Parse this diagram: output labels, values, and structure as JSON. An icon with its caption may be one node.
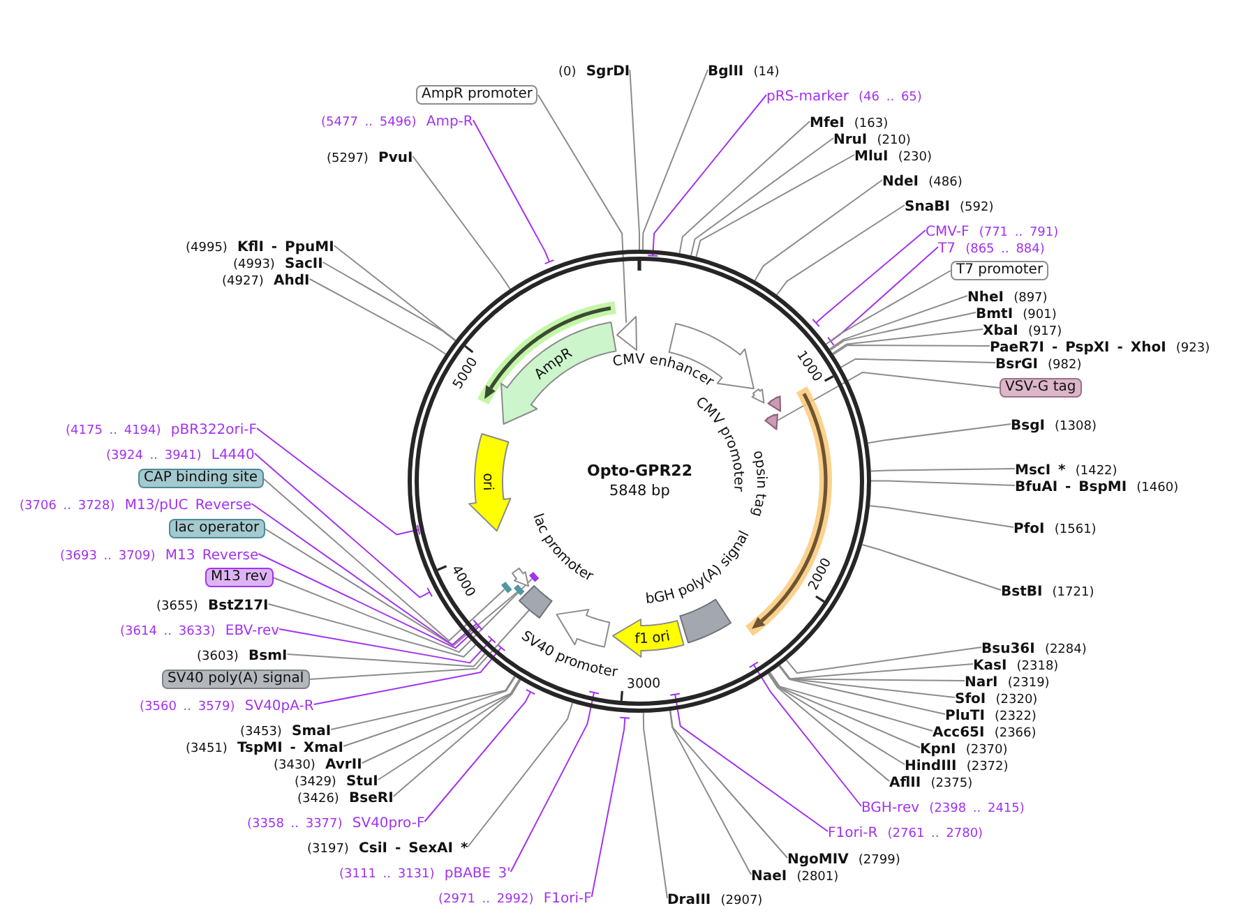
{
  "diagram": {
    "nodes": [
      {
        "text": [
          "Opto-GPR22",
          "5848 bp"
        ]
      },
      {
        "text": [
          "CMV enhancer"
        ],
        "in": 0
      },
      {
        "text": [
          "CMV promoter"
        ],
        "in": 0
      },
      {
        "text": [
          "opsin tag"
        ],
        "in": 0
      },
      {
        "text": [],
        "shape": "arrow",
        "in": 0
      },
      {
        "text": [],
        "shape": "arrow",
        "in": 0
      },
      {
        "text": [
          "bGH poly(A) signal"
        ],
        "in": 0
      },
      {
        "text": [
          "f1 ori"
        ],
        "in": 0
      },
      {
        "text": [
          "SV40 promoter"
        ],
        "in": 0
      },
      {
        "text": [],
        "shape": "box",
        "in": 0
      },
      {
        "text": [],
        "shape": "bar",
        "in": 0
      },
      {
        "text": [
          "lac promoter"
        ],
        "in": 0
      },
      {
        "text": [],
        "shape": "bar",
        "in": 0
      },
      {
        "text": [],
        "shape": "bar",
        "in": 0
      },
      {
        "text": [
          "ori"
        ],
        "in": 0
      },
      {
        "text": [],
        "shape": "arrow",
        "in": 0
      },
      {
        "text": [
          "AmpR"
        ],
        "in": 0
      },
      {
        "text": [],
        "shape": "arrow",
        "in": 0
      },
      {
        "text": [
          "(0)",
          "SgrDI"
        ]
      },
      {
        "text": [
          "BglII",
          "(14)"
        ]
      },
      {
        "text": [
          "pRS-marker",
          "(46 .. 65)"
        ]
      },
      {
        "text": [
          "MfeI",
          "(163)"
        ]
      },
      {
        "text": [
          "NruI",
          "(210)"
        ]
      },
      {
        "text": [
          "MluI",
          "(230)"
        ]
      },
      {
        "text": [
          "NdeI",
          "(486)"
        ]
      },
      {
        "text": [
          "SnaBI",
          "(592)"
        ]
      },
      {
        "text": [
          "CMV-F",
          "(771 .. 791)"
        ]
      },
      {
        "text": [
          "T7",
          "(865 .. 884)"
        ]
      },
      {
        "text": [
          "T7 promoter"
        ]
      },
      {
        "text": [
          "NheI",
          "(897)"
        ]
      },
      {
        "text": [
          "BmtI",
          "(901)"
        ]
      },
      {
        "text": [
          "XbaI",
          "(917)"
        ]
      },
      {
        "text": [
          "PaeR7I - PspXI - XhoI",
          "(923)"
        ]
      },
      {
        "text": [
          "BsrGI",
          "(982)"
        ]
      },
      {
        "text": [
          "VSV-G tag"
        ]
      },
      {
        "text": [
          "BsgI",
          "(1308)"
        ]
      },
      {
        "text": [
          "MscI *",
          "(1422)"
        ]
      },
      {
        "text": [
          "BfuAI - BspMI",
          "(1460)"
        ]
      },
      {
        "text": [
          "PfoI",
          "(1561)"
        ]
      },
      {
        "text": [
          "BstBI",
          "(1721)"
        ]
      },
      {
        "text": [
          "Bsu36I",
          "(2284)"
        ]
      },
      {
        "text": [
          "KasI",
          "(2318)"
        ]
      },
      {
        "text": [
          "NarI",
          "(2319)"
        ]
      },
      {
        "text": [
          "SfoI",
          "(2320)"
        ]
      },
      {
        "text": [
          "PluTI",
          "(2322)"
        ]
      },
      {
        "text": [
          "Acc65I",
          "(2366)"
        ]
      },
      {
        "text": [
          "KpnI",
          "(2370)"
        ]
      },
      {
        "text": [
          "HindIII",
          "(2372)"
        ]
      },
      {
        "text": [
          "AflII",
          "(2375)"
        ]
      },
      {
        "text": [
          "BGH-rev",
          "(2398 .. 2415)"
        ]
      },
      {
        "text": [
          "F1ori-R",
          "(2761 .. 2780)"
        ]
      },
      {
        "text": [
          "NgoMIV",
          "(2799)"
        ]
      },
      {
        "text": [
          "NaeI",
          "(2801)"
        ]
      },
      {
        "text": [
          "DraIII",
          "(2907)"
        ]
      },
      {
        "text": [
          "(2971 .. 2992)",
          "F1ori-F"
        ]
      },
      {
        "text": [
          "(3111 .. 3131)",
          "pBABE 3'"
        ]
      },
      {
        "text": [
          "(3197)",
          "CsiI - SexAI *"
        ]
      },
      {
        "text": [
          "(3358 .. 3377)",
          "SV40pro-F"
        ]
      },
      {
        "text": [
          "(3426)",
          "BseRI"
        ]
      },
      {
        "text": [
          "(3429)",
          "StuI"
        ]
      },
      {
        "text": [
          "(3430)",
          "AvrII"
        ]
      },
      {
        "text": [
          "(3451)",
          "TspMI - XmaI"
        ]
      },
      {
        "text": [
          "(3453)",
          "SmaI"
        ]
      },
      {
        "text": [
          "(3560 .. 3579)",
          "SV40pA-R"
        ]
      },
      {
        "text": [
          "SV40 poly(A) signal"
        ]
      },
      {
        "text": [
          "(3603)",
          "BsmI"
        ]
      },
      {
        "text": [
          "(3614 .. 3633)",
          "EBV-rev"
        ]
      },
      {
        "text": [
          "(3655)",
          "BstZ17I"
        ]
      },
      {
        "text": [
          "M13 rev"
        ]
      },
      {
        "text": [
          "(3693 .. 3709)",
          "M13 Reverse"
        ]
      },
      {
        "text": [
          "lac operator"
        ]
      },
      {
        "text": [
          "(3706 .. 3728)",
          "M13/pUC Reverse"
        ]
      },
      {
        "text": [
          "CAP binding site"
        ]
      },
      {
        "text": [
          "(3924 .. 3941)",
          "L4440"
        ]
      },
      {
        "text": [
          "(4175 .. 4194)",
          "pBR322ori-F"
        ]
      },
      {
        "text": [
          "(4927)",
          "AhdI"
        ]
      },
      {
        "text": [
          "(4993)",
          "SacII"
        ]
      },
      {
        "text": [
          "(4995)",
          "KflI - PpuMI"
        ]
      },
      {
        "text": [
          "(5297)",
          "PvuI"
        ]
      },
      {
        "text": [
          "(5477 .. 5496)",
          "Amp-R"
        ]
      },
      {
        "text": [
          "AmpR promoter"
        ]
      }
    ],
    "edges": [
      {
        "from": 18,
        "to": 0,
        "arrow": "none"
      },
      {
        "from": 19,
        "to": 0,
        "arrow": "none"
      },
      {
        "from": 20,
        "to": 0,
        "arrow": "none",
        "color": "#a232f0"
      },
      {
        "from": 21,
        "to": 0,
        "arrow": "none"
      },
      {
        "from": 22,
        "to": 0,
        "arrow": "none"
      },
      {
        "from": 23,
        "to": 0,
        "arrow": "none"
      },
      {
        "from": 24,
        "to": 0,
        "arrow": "none"
      },
      {
        "from": 25,
        "to": 0,
        "arrow": "none"
      },
      {
        "from": 26,
        "to": 0,
        "arrow": "none",
        "color": "#a232f0"
      },
      {
        "from": 27,
        "to": 0,
        "arrow": "none",
        "color": "#a232f0"
      },
      {
        "from": 28,
        "to": 0,
        "arrow": "none"
      },
      {
        "from": 29,
        "to": 0,
        "arrow": "none"
      },
      {
        "from": 30,
        "to": 0,
        "arrow": "none"
      },
      {
        "from": 31,
        "to": 0,
        "arrow": "none"
      },
      {
        "from": 32,
        "to": 0,
        "arrow": "none"
      },
      {
        "from": 33,
        "to": 0,
        "arrow": "none"
      },
      {
        "from": 34,
        "to": 4,
        "arrow": "none"
      },
      {
        "from": 35,
        "to": 0,
        "arrow": "none"
      },
      {
        "from": 36,
        "to": 0,
        "arrow": "none"
      },
      {
        "from": 37,
        "to": 0,
        "arrow": "none"
      },
      {
        "from": 38,
        "to": 0,
        "arrow": "none"
      },
      {
        "from": 39,
        "to": 0,
        "arrow": "none"
      },
      {
        "from": 40,
        "to": 0,
        "arrow": "none"
      },
      {
        "from": 41,
        "to": 0,
        "arrow": "none"
      },
      {
        "from": 42,
        "to": 0,
        "arrow": "none"
      },
      {
        "from": 43,
        "to": 0,
        "arrow": "none"
      },
      {
        "from": 44,
        "to": 0,
        "arrow": "none"
      },
      {
        "from": 45,
        "to": 0,
        "arrow": "none"
      },
      {
        "from": 46,
        "to": 0,
        "arrow": "none"
      },
      {
        "from": 47,
        "to": 0,
        "arrow": "none"
      },
      {
        "from": 48,
        "to": 0,
        "arrow": "none"
      },
      {
        "from": 49,
        "to": 0,
        "arrow": "none",
        "color": "#a232f0"
      },
      {
        "from": 50,
        "to": 0,
        "arrow": "none",
        "color": "#a232f0"
      },
      {
        "from": 51,
        "to": 0,
        "arrow": "none"
      },
      {
        "from": 52,
        "to": 0,
        "arrow": "none"
      },
      {
        "from": 53,
        "to": 0,
        "arrow": "none"
      },
      {
        "from": 54,
        "to": 0,
        "arrow": "none",
        "color": "#a232f0"
      },
      {
        "from": 55,
        "to": 0,
        "arrow": "none",
        "color": "#a232f0"
      },
      {
        "from": 56,
        "to": 0,
        "arrow": "none"
      },
      {
        "from": 57,
        "to": 0,
        "arrow": "none",
        "color": "#a232f0"
      },
      {
        "from": 58,
        "to": 0,
        "arrow": "none"
      },
      {
        "from": 59,
        "to": 0,
        "arrow": "none"
      },
      {
        "from": 60,
        "to": 0,
        "arrow": "none"
      },
      {
        "from": 61,
        "to": 0,
        "arrow": "none"
      },
      {
        "from": 62,
        "to": 0,
        "arrow": "none"
      },
      {
        "from": 63,
        "to": 0,
        "arrow": "none",
        "color": "#a232f0"
      },
      {
        "from": 64,
        "to": 9,
        "arrow": "none"
      },
      {
        "from": 65,
        "to": 0,
        "arrow": "none"
      },
      {
        "from": 66,
        "to": 0,
        "arrow": "none",
        "color": "#a232f0"
      },
      {
        "from": 67,
        "to": 0,
        "arrow": "none"
      },
      {
        "from": 68,
        "to": 10,
        "arrow": "none"
      },
      {
        "from": 69,
        "to": 0,
        "arrow": "none",
        "color": "#a232f0"
      },
      {
        "from": 70,
        "to": 12,
        "arrow": "none"
      },
      {
        "from": 71,
        "to": 0,
        "arrow": "none",
        "color": "#a232f0"
      },
      {
        "from": 72,
        "to": 13,
        "arrow": "none"
      },
      {
        "from": 73,
        "to": 0,
        "arrow": "none",
        "color": "#a232f0"
      },
      {
        "from": 74,
        "to": 0,
        "arrow": "none",
        "color": "#a232f0"
      },
      {
        "from": 75,
        "to": 0,
        "arrow": "none"
      },
      {
        "from": 76,
        "to": 0,
        "arrow": "none"
      },
      {
        "from": 77,
        "to": 0,
        "arrow": "none"
      },
      {
        "from": 78,
        "to": 0,
        "arrow": "none"
      },
      {
        "from": 79,
        "to": 0,
        "arrow": "none",
        "color": "#a232f0"
      },
      {
        "from": 80,
        "to": 17,
        "arrow": "none"
      }
    ],
    "labels": [
      "1000",
      "2000",
      "3000",
      "4000",
      "5000"
    ]
  }
}
